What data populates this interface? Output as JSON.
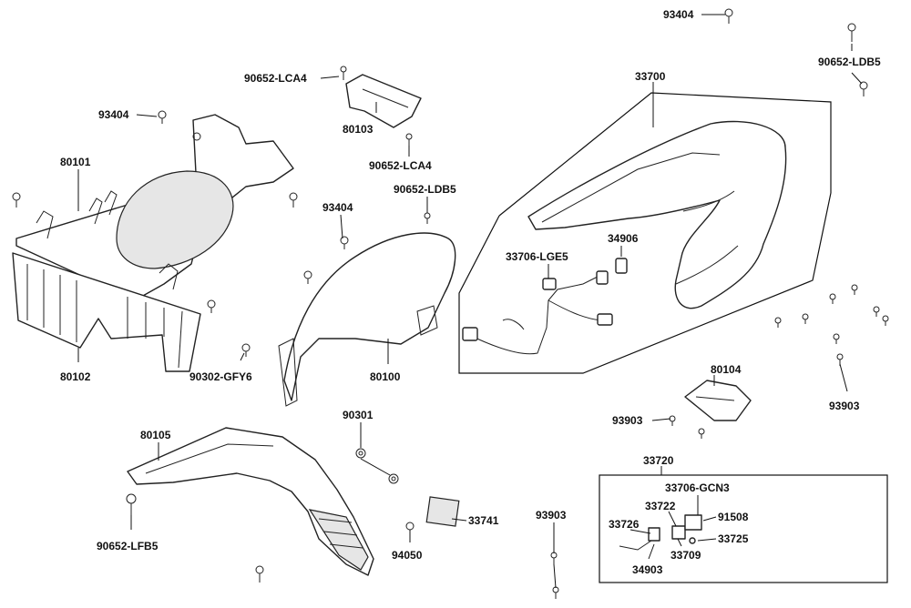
{
  "labels": {
    "p93404_top": "93404",
    "p90652_ldb5_top": "90652-LDB5",
    "p90652_lca4_a": "90652-LCA4",
    "p33700": "33700",
    "p93404_left": "93404",
    "p80103": "80103",
    "p90652_lca4_b": "90652-LCA4",
    "p80101": "80101",
    "p90652_ldb5_mid": "90652-LDB5",
    "p93404_mid": "93404",
    "p34906": "34906",
    "p33706_lge5": "33706-LGE5",
    "p80102": "80102",
    "p80100": "80100",
    "p90302_gfy6": "90302-GFY6",
    "p80104": "80104",
    "p93903_right": "93903",
    "p93903_mid": "93903",
    "p90301": "90301",
    "p80105": "80105",
    "p33720": "33720",
    "p33706_gcn3": "33706-GCN3",
    "p33722": "33722",
    "p91508": "91508",
    "p93903_low": "93903",
    "p33726": "33726",
    "p33725": "33725",
    "p33741": "33741",
    "p33709": "33709",
    "p90652_lfb5": "90652-LFB5",
    "p94050": "94050",
    "p34903": "34903"
  }
}
